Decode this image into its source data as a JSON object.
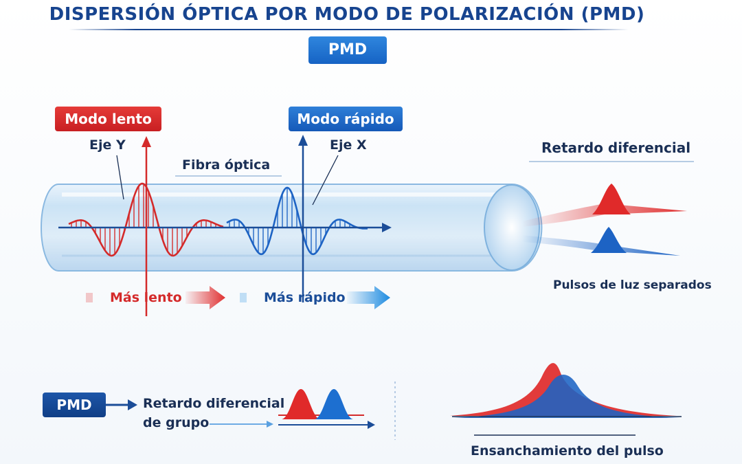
{
  "title": "DISPERSIÓN ÓPTICA POR MODO DE POLARIZACIÓN (PMD)",
  "badge": "PMD",
  "slow_mode": {
    "label": "Modo lento",
    "axis": "Eje Y",
    "speed": "Más lento"
  },
  "fast_mode": {
    "label": "Modo rápido",
    "axis": "Eje X",
    "speed": "Más rápido"
  },
  "fiber_label": "Fibra óptica",
  "differential_delay": "Retardo diferencial",
  "separated_pulses": "Pulsos de luz separados",
  "bottom": {
    "badge": "PMD",
    "definition_line1": "Retardo diferencial",
    "definition_line2": "de grupo",
    "broadening": "Ensanchamiento del pulso"
  },
  "colors": {
    "slow": "#d42a2a",
    "fast": "#1d63c4",
    "title": "#17448f",
    "text": "#1a2f55"
  }
}
